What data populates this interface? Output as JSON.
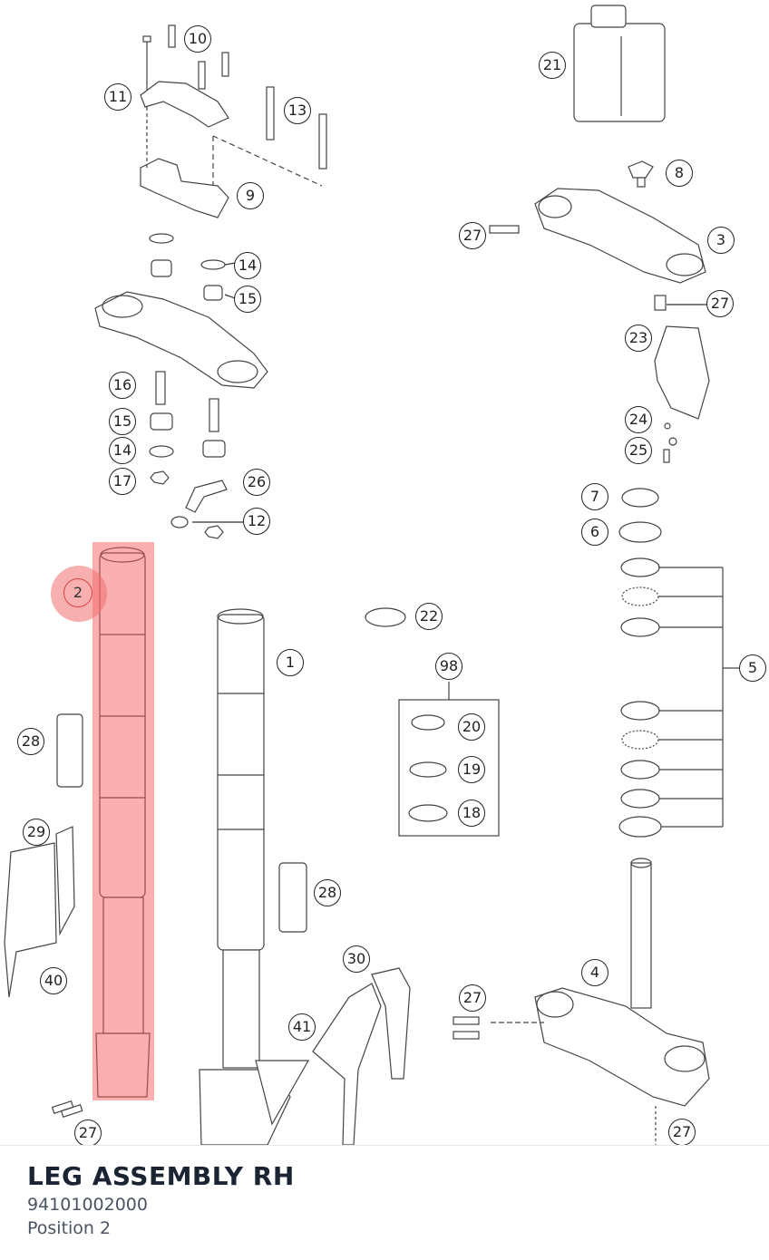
{
  "diagram": {
    "callouts": [
      {
        "id": "10",
        "label": "10"
      },
      {
        "id": "11",
        "label": "11"
      },
      {
        "id": "13",
        "label": "13"
      },
      {
        "id": "9",
        "label": "9"
      },
      {
        "id": "21",
        "label": "21"
      },
      {
        "id": "8",
        "label": "8"
      },
      {
        "id": "27a",
        "label": "27"
      },
      {
        "id": "3",
        "label": "3"
      },
      {
        "id": "14a",
        "label": "14"
      },
      {
        "id": "15a",
        "label": "15"
      },
      {
        "id": "27b",
        "label": "27"
      },
      {
        "id": "23",
        "label": "23"
      },
      {
        "id": "16",
        "label": "16"
      },
      {
        "id": "15b",
        "label": "15"
      },
      {
        "id": "14b",
        "label": "14"
      },
      {
        "id": "17",
        "label": "17"
      },
      {
        "id": "26",
        "label": "26"
      },
      {
        "id": "12",
        "label": "12"
      },
      {
        "id": "24",
        "label": "24"
      },
      {
        "id": "25",
        "label": "25"
      },
      {
        "id": "7",
        "label": "7"
      },
      {
        "id": "6",
        "label": "6"
      },
      {
        "id": "2",
        "label": "2"
      },
      {
        "id": "22",
        "label": "22"
      },
      {
        "id": "1",
        "label": "1"
      },
      {
        "id": "98",
        "label": "98"
      },
      {
        "id": "5",
        "label": "5"
      },
      {
        "id": "20",
        "label": "20"
      },
      {
        "id": "28a",
        "label": "28"
      },
      {
        "id": "19",
        "label": "19"
      },
      {
        "id": "18",
        "label": "18"
      },
      {
        "id": "29",
        "label": "29"
      },
      {
        "id": "28b",
        "label": "28"
      },
      {
        "id": "30",
        "label": "30"
      },
      {
        "id": "4",
        "label": "4"
      },
      {
        "id": "40",
        "label": "40"
      },
      {
        "id": "27c",
        "label": "27"
      },
      {
        "id": "41",
        "label": "41"
      },
      {
        "id": "27d",
        "label": "27"
      },
      {
        "id": "27e",
        "label": "27"
      }
    ],
    "selected_callout": "2",
    "highlight_color": "#f55a5a"
  },
  "part": {
    "title": "LEG ASSEMBLY RH",
    "number": "94101002000",
    "position": "Position 2"
  }
}
